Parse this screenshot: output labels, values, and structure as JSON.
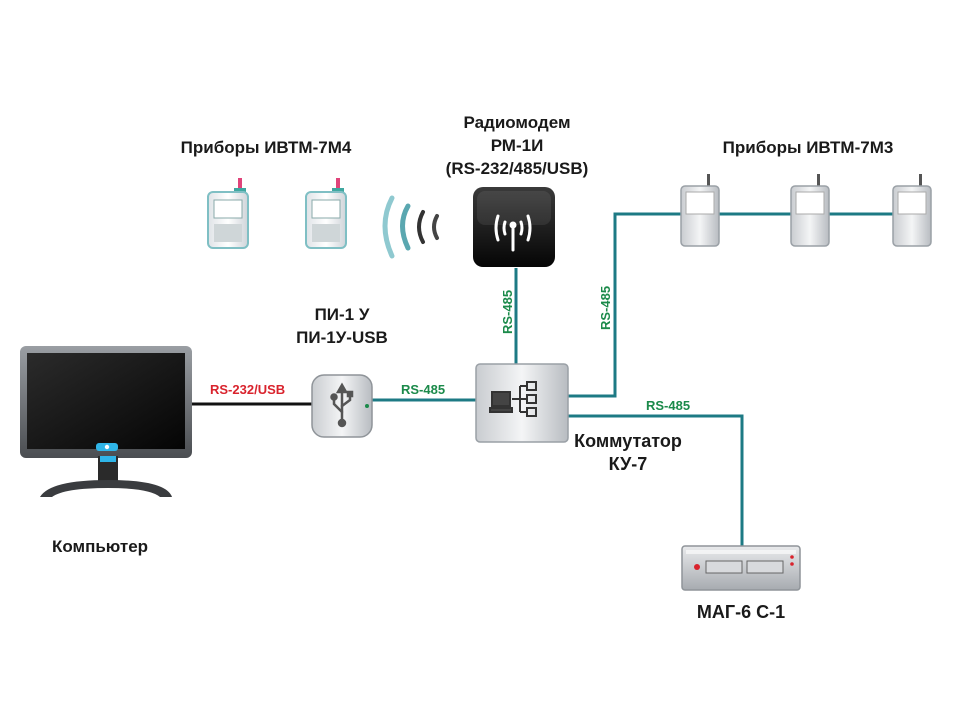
{
  "labels": {
    "ivtm_m4": "Приборы ИВТМ-7М4",
    "radiomodem_line1": "Радиомодем",
    "radiomodem_line2": "РМ-1И",
    "radiomodem_line3": "(RS-232/485/USB)",
    "ivtm_m3": "Приборы ИВТМ-7М3",
    "pi_line1": "ПИ-1 У",
    "pi_line2": "ПИ-1У-USB",
    "computer": "Компьютер",
    "switch_line1": "Коммутатор",
    "switch_line2": "КУ-7",
    "mag": "МАГ-6 С-1"
  },
  "links": {
    "computer_to_pi": "RS-232/USB",
    "pi_to_switch": "RS-485",
    "radiomodem_to_switch": "RS-485",
    "switch_to_ivtm_m3": "RS-485",
    "switch_to_mag": "RS-485"
  },
  "colors": {
    "rs485_line": "#1d7a84",
    "rs485_text": "#1b8a4a",
    "usb_line": "#111111",
    "usb_text": "#d9232d"
  }
}
